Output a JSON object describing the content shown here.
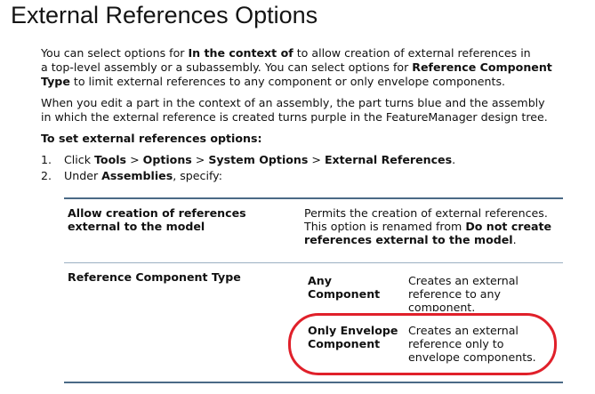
{
  "title": "External References Options",
  "intro": {
    "t1": "You can select options for ",
    "b1": "In the context of",
    "t2": " to allow creation of external references in",
    "t3": "a top-level assembly or a subassembly. You can select options for ",
    "b2": "Reference Component",
    "b3": "Type",
    "t4": " to limit external references to any component or only envelope components."
  },
  "context": {
    "line1": "When you edit a part in the context of an assembly, the part turns blue and the assembly",
    "line2": "in which the external reference is created turns purple in the FeatureManager design tree."
  },
  "steps_heading": "To set external references options:",
  "step1": {
    "num": "1.",
    "t1": "Click ",
    "b1": "Tools",
    "s1": " > ",
    "b2": "Options",
    "s2": " > ",
    "b3": "System Options",
    "s3": " > ",
    "b4": "External References",
    "end": "."
  },
  "step2": {
    "num": "2.",
    "t1": "Under ",
    "b1": "Assemblies",
    "t2": ", specify:"
  },
  "table": {
    "row1": {
      "label_line1": "Allow creation of references",
      "label_line2": "external to the model",
      "desc_line1": "Permits the creation of external references.",
      "desc_line2a": "This option is renamed from ",
      "desc_line2b": "Do not create",
      "desc_line3b": "references external to the model",
      "desc_line3c": "."
    },
    "row2": {
      "label": "Reference Component Type",
      "any": {
        "label_line1": "Any",
        "label_line2": "Component",
        "desc_line1": "Creates an external",
        "desc_line2": "reference to any",
        "desc_line3": "component."
      },
      "envelope": {
        "label_line1": "Only Envelope",
        "label_line2": "Component",
        "desc_line1": "Creates an external",
        "desc_line2": "reference only to",
        "desc_line3": "envelope components."
      }
    }
  },
  "colors": {
    "table_rule": "#4a6a86",
    "highlight": "#e0202a"
  }
}
